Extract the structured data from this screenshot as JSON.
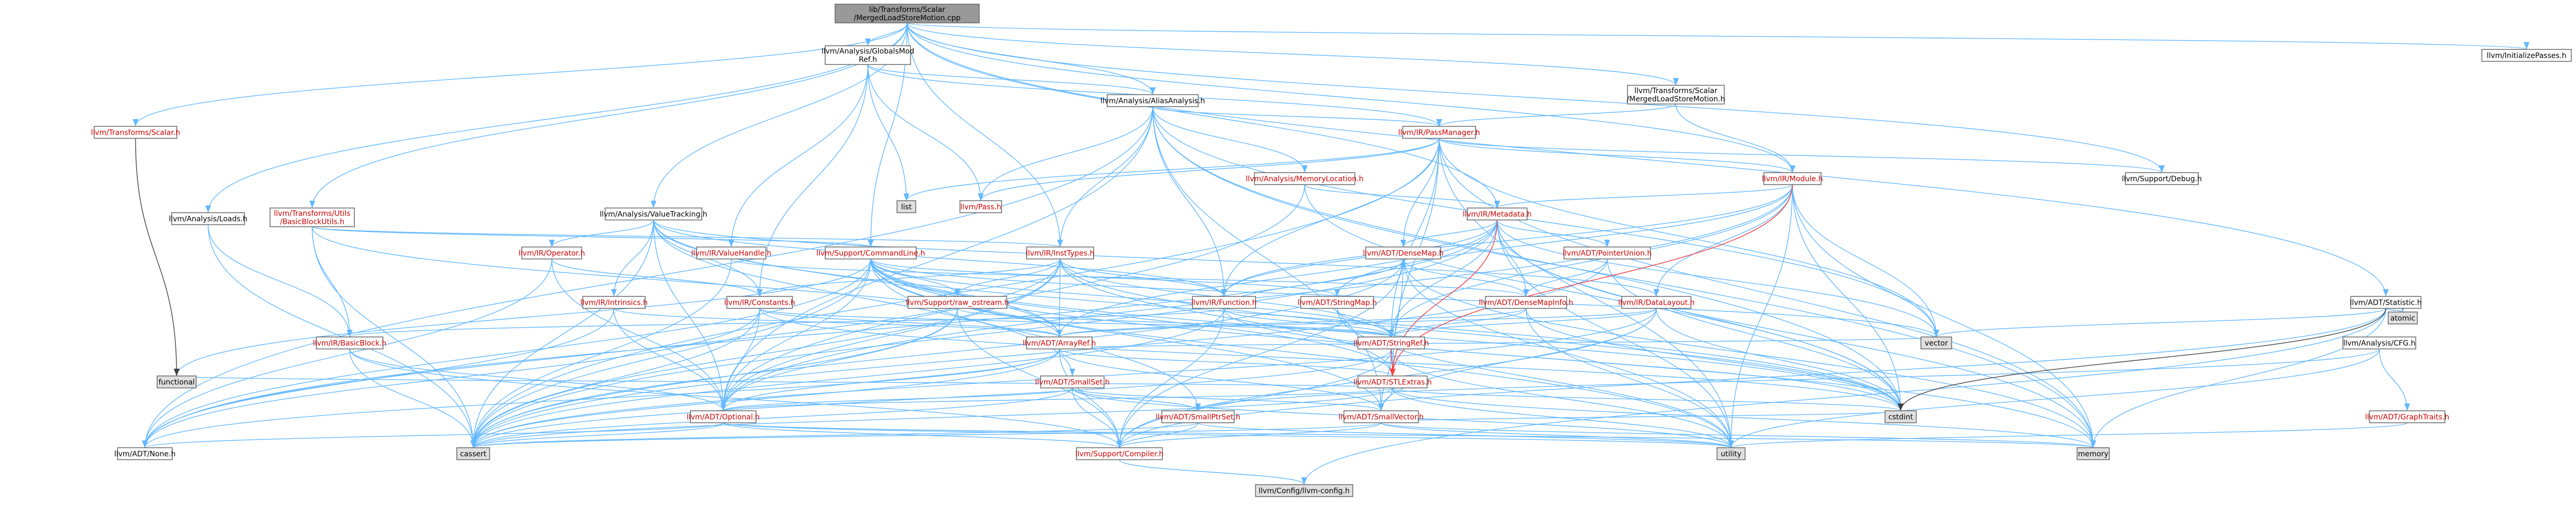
{
  "colors": {
    "root_fill": "#999999",
    "node_fill": "#ffffff",
    "ext_fill": "#e0e0e0",
    "edge_blue": "#63b8ff",
    "edge_red": "#ff4040",
    "edge_dark": "#404040",
    "text_red": "#cc0000",
    "text_black": "#000000"
  },
  "nodes": [
    {
      "id": "root",
      "label": "lib/Transforms/Scalar\n/MergedLoadStoreMotion.cpp",
      "kind": "root"
    },
    {
      "id": "globalsmod",
      "label": "llvm/Analysis/GlobalsMod\nRef.h",
      "kind": "plain"
    },
    {
      "id": "scalar",
      "label": "llvm/Transforms/Scalar.h",
      "kind": "red"
    },
    {
      "id": "aa",
      "label": "llvm/Analysis/AliasAnalysis.h",
      "kind": "plain"
    },
    {
      "id": "mlsm",
      "label": "llvm/Transforms/Scalar\n/MergedLoadStoreMotion.h",
      "kind": "plain"
    },
    {
      "id": "initpasses",
      "label": "llvm/InitializePasses.h",
      "kind": "plain"
    },
    {
      "id": "passmanager",
      "label": "llvm/IR/PassManager.h",
      "kind": "red"
    },
    {
      "id": "module",
      "label": "llvm/IR/Module.h",
      "kind": "red"
    },
    {
      "id": "memloc",
      "label": "llvm/Analysis/MemoryLocation.h",
      "kind": "red"
    },
    {
      "id": "list",
      "label": "list",
      "kind": "ext"
    },
    {
      "id": "pass",
      "label": "llvm/Pass.h",
      "kind": "red"
    },
    {
      "id": "debug",
      "label": "llvm/Support/Debug.h",
      "kind": "plain"
    },
    {
      "id": "loads",
      "label": "llvm/Analysis/Loads.h",
      "kind": "plain"
    },
    {
      "id": "bbutils",
      "label": "llvm/Transforms/Utils\n/BasicBlockUtils.h",
      "kind": "red"
    },
    {
      "id": "valuetracking",
      "label": "llvm/Analysis/ValueTracking.h",
      "kind": "plain"
    },
    {
      "id": "metadata",
      "label": "llvm/IR/Metadata.h",
      "kind": "red"
    },
    {
      "id": "statistic",
      "label": "llvm/ADT/Statistic.h",
      "kind": "plain"
    },
    {
      "id": "commandline",
      "label": "llvm/Support/CommandLine.h",
      "kind": "red"
    },
    {
      "id": "operator",
      "label": "llvm/IR/Operator.h",
      "kind": "red"
    },
    {
      "id": "valuehandle",
      "label": "llvm/IR/ValueHandle.h",
      "kind": "red"
    },
    {
      "id": "insttypes",
      "label": "llvm/IR/InstTypes.h",
      "kind": "red"
    },
    {
      "id": "densemap",
      "label": "llvm/ADT/DenseMap.h",
      "kind": "red"
    },
    {
      "id": "pointerunion",
      "label": "llvm/ADT/PointerUnion.h",
      "kind": "red"
    },
    {
      "id": "intrinsics",
      "label": "llvm/IR/Intrinsics.h",
      "kind": "red"
    },
    {
      "id": "constants",
      "label": "llvm/IR/Constants.h",
      "kind": "red"
    },
    {
      "id": "rawostream",
      "label": "llvm/Support/raw_ostream.h",
      "kind": "red"
    },
    {
      "id": "function",
      "label": "llvm/IR/Function.h",
      "kind": "red"
    },
    {
      "id": "stringmap",
      "label": "llvm/ADT/StringMap.h",
      "kind": "red"
    },
    {
      "id": "densemapinfo",
      "label": "llvm/ADT/DenseMapInfo.h",
      "kind": "red"
    },
    {
      "id": "datalayout",
      "label": "llvm/IR/DataLayout.h",
      "kind": "red"
    },
    {
      "id": "basicblock",
      "label": "llvm/IR/BasicBlock.h",
      "kind": "red"
    },
    {
      "id": "arrayref",
      "label": "llvm/ADT/ArrayRef.h",
      "kind": "red"
    },
    {
      "id": "stringref",
      "label": "llvm/ADT/StringRef.h",
      "kind": "red"
    },
    {
      "id": "vector",
      "label": "vector",
      "kind": "ext"
    },
    {
      "id": "cfg",
      "label": "llvm/Analysis/CFG.h",
      "kind": "plain"
    },
    {
      "id": "atomic",
      "label": "atomic",
      "kind": "ext"
    },
    {
      "id": "smallset",
      "label": "llvm/ADT/SmallSet.h",
      "kind": "red"
    },
    {
      "id": "stlextras",
      "label": "llvm/ADT/STLExtras.h",
      "kind": "red"
    },
    {
      "id": "functional",
      "label": "functional",
      "kind": "ext"
    },
    {
      "id": "optional",
      "label": "llvm/ADT/Optional.h",
      "kind": "red"
    },
    {
      "id": "smallptrset",
      "label": "llvm/ADT/SmallPtrSet.h",
      "kind": "red"
    },
    {
      "id": "smallvector",
      "label": "llvm/ADT/SmallVector.h",
      "kind": "red"
    },
    {
      "id": "cstdint",
      "label": "cstdint",
      "kind": "ext"
    },
    {
      "id": "graphtraits",
      "label": "llvm/ADT/GraphTraits.h",
      "kind": "red"
    },
    {
      "id": "none",
      "label": "llvm/ADT/None.h",
      "kind": "plain"
    },
    {
      "id": "cassert",
      "label": "cassert",
      "kind": "ext"
    },
    {
      "id": "compiler",
      "label": "llvm/Support/Compiler.h",
      "kind": "red"
    },
    {
      "id": "utility",
      "label": "utility",
      "kind": "ext"
    },
    {
      "id": "memory",
      "label": "memory",
      "kind": "ext"
    },
    {
      "id": "llvmconfig",
      "label": "llvm/Config/llvm-config.h",
      "kind": "ext"
    }
  ]
}
